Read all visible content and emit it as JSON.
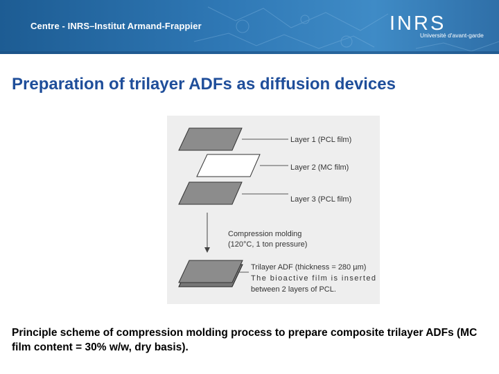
{
  "header": {
    "institute": "Centre - INRS–Institut Armand-Frappier",
    "logo_mark": "INRS",
    "logo_tagline": "Université d'avant-garde"
  },
  "slide": {
    "title": "Preparation of trilayer ADFs as diffusion devices",
    "caption": "Principle scheme of compression molding process to prepare composite trilayer ADFs (MC film content = 30% w/w, dry basis)."
  },
  "diagram": {
    "layer1_label": "Layer 1 (PCL film)",
    "layer2_label": "Layer 2 (MC film)",
    "layer3_label": "Layer 3 (PCL film)",
    "process_line1": "Compression molding",
    "process_line2": "(120°C, 1 ton pressure)",
    "result_line1": "Trilayer ADF (thickness = 280 µm)",
    "result_line2": "The bioactive film is inserted",
    "result_line3": "between 2 layers of PCL.",
    "colors": {
      "pcl_film": "#8c8c8c",
      "mc_film": "#ffffff",
      "figure_bg": "#eeeeee"
    }
  }
}
